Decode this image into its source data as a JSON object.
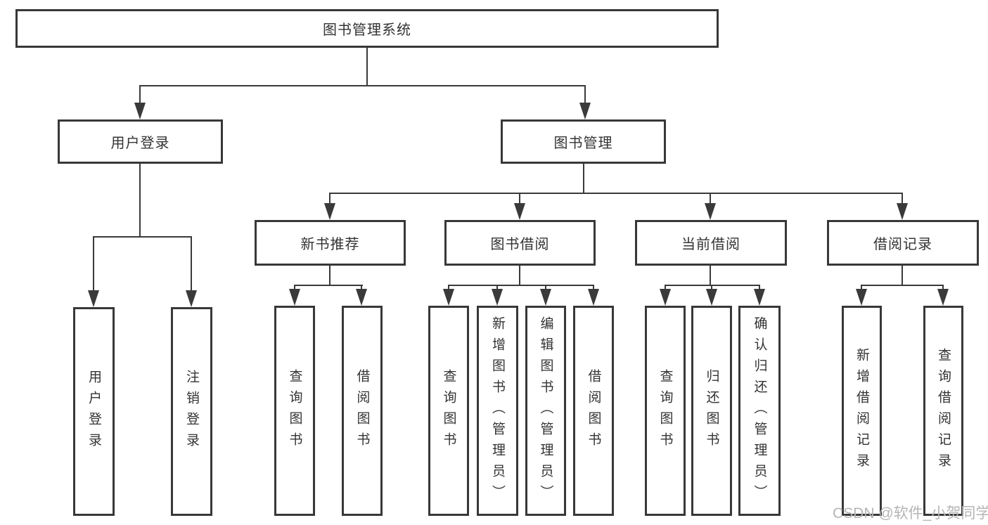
{
  "tree": {
    "root": {
      "label": "图书管理系统"
    },
    "branches": [
      {
        "label": "用户登录",
        "leaves": [
          {
            "label": "用户登录"
          },
          {
            "label": "注销登录"
          }
        ]
      },
      {
        "label": "图书管理",
        "groups": [
          {
            "label": "新书推荐",
            "leaves": [
              {
                "label": "查询图书"
              },
              {
                "label": "借阅图书"
              }
            ]
          },
          {
            "label": "图书借阅",
            "leaves": [
              {
                "label": "查询图书"
              },
              {
                "label": "新增图书（管理员）"
              },
              {
                "label": "编辑图书（管理员）"
              },
              {
                "label": "借阅图书"
              }
            ]
          },
          {
            "label": "当前借阅",
            "leaves": [
              {
                "label": "查询图书"
              },
              {
                "label": "归还图书"
              },
              {
                "label": "确认归还（管理员）"
              }
            ]
          },
          {
            "label": "借阅记录",
            "leaves": [
              {
                "label": "新增借阅记录"
              },
              {
                "label": "查询借阅记录"
              }
            ]
          }
        ]
      }
    ]
  },
  "watermark": {
    "text": "CSDN @软件_小贺同学"
  },
  "colors": {
    "line": "#3a3a3a",
    "border": "#383838",
    "text": "#333333",
    "watermark": "#b5b5b5",
    "background": "#ffffff"
  }
}
